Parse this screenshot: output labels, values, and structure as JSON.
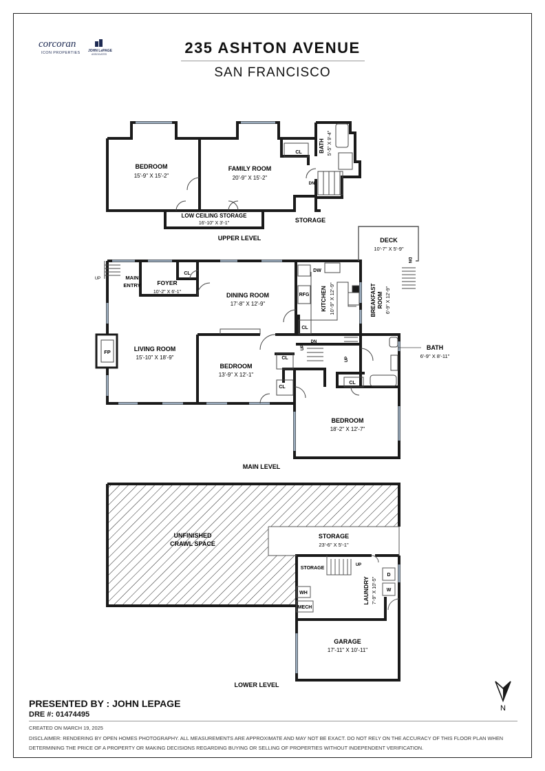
{
  "header": {
    "logo_brand": "corcoran",
    "logo_brand_sub": "ICON PROPERTIES",
    "logo_agent": "JOHN LePAGE",
    "logo_agent_sub": "ASSOCIATES",
    "title": "235 ASHTON AVENUE",
    "subtitle": "SAN FRANCISCO"
  },
  "levels": {
    "upper": "UPPER LEVEL",
    "main": "MAIN LEVEL",
    "lower": "LOWER LEVEL"
  },
  "upper": {
    "bedroom": {
      "name": "BEDROOM",
      "dims": "15'-9\" X 15'-2\""
    },
    "family": {
      "name": "FAMILY ROOM",
      "dims": "20'-9\" X 15'-2\""
    },
    "bath": {
      "name": "BATH",
      "dims": "5'-5\" X 9'-4\""
    },
    "cl": "CL",
    "dn": "DN",
    "low_storage": {
      "name": "LOW CEILING STORAGE",
      "dims": "16'-10\" X 3'-1\""
    },
    "storage": "STORAGE"
  },
  "main": {
    "deck": {
      "name": "DECK",
      "dims": "10'-7\" X 5'-9\""
    },
    "deck_dn": "DN",
    "up": "UP",
    "main_entry": [
      "MAIN",
      "ENTRY"
    ],
    "foyer": {
      "name": "FOYER",
      "dims": "10'-2\" X 6'-1\""
    },
    "cl": "CL",
    "dining": {
      "name": "DINING ROOM",
      "dims": "17'-8\" X 12'-9\""
    },
    "dw": "DW",
    "rfg": "RFG",
    "kitchen": {
      "name": "KITCHEN",
      "dims": "10'-9\" X 12'-9\""
    },
    "breakfast": {
      "name1": "BREAKFAST",
      "name2": "ROOM",
      "dims": "6'-9\" X 12'-9\""
    },
    "fp": "FP",
    "living": {
      "name": "LIVING ROOM",
      "dims": "15'-10\" X 18'-9\""
    },
    "bedroom1": {
      "name": "BEDROOM",
      "dims": "13'-9\" X 12'-1\""
    },
    "dn": "DN",
    "up2": "UP",
    "bath": {
      "name": "BATH",
      "dims": "6'-9\" X 8'-11\""
    },
    "bedroom2": {
      "name": "BEDROOM",
      "dims": "18'-2\" X 12'-7\""
    }
  },
  "lower": {
    "crawl": [
      "UNFINISHED",
      "CRAWL SPACE"
    ],
    "storage": {
      "name": "STORAGE",
      "dims": "23'-6\" X 5'-1\""
    },
    "small_storage": "STORAGE",
    "up": "UP",
    "laundry": {
      "name": "LAUNDRY",
      "dims": "7'-9\" X 10'-5\""
    },
    "d": "D",
    "w": "W",
    "wh": "WH",
    "mech": "MECH",
    "garage": {
      "name": "GARAGE",
      "dims": "17'-11\" X 10'-11\""
    }
  },
  "compass": "N",
  "footer": {
    "presented": "PRESENTED BY : JOHN LEPAGE",
    "dre": "DRE #: 01474495",
    "created": "CREATED ON MARCH 19, 2025",
    "disclaimer": "DISCLAIMER: RENDERING BY OPEN HOMES PHOTOGRAPHY. ALL MEASUREMENTS ARE APPROXIMATE AND MAY NOT BE EXACT. DO NOT RELY ON THE ACCURACY OF THIS FLOOR PLAN WHEN DETERMINING THE PRICE OF A PROPERTY OR MAKING DECISIONS REGARDING BUYING OR SELLING OF PROPERTIES WITHOUT INDEPENDENT VERIFICATION."
  }
}
